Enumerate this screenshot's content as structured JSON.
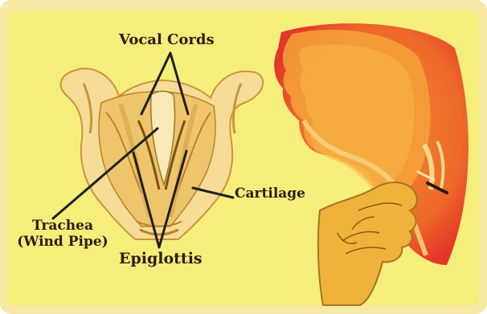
{
  "labels": {
    "vocal_cords": "Vocal Cords",
    "cartilage": "Cartilage",
    "trachea_line1": "Trachea",
    "trachea_line2": "(Wind Pipe)",
    "epiglottis": "Epiglottis"
  },
  "colors": {
    "frame_outer": "#f7e8a4",
    "panel": "#f6ee7b",
    "larynx_light": "#f5d98a",
    "larynx_mid": "#e8b850",
    "larynx_dark": "#c28a28",
    "head_red": "#e5382a",
    "head_orange": "#f2822c",
    "hand": "#f0b23a",
    "line": "#1e1e1e"
  }
}
